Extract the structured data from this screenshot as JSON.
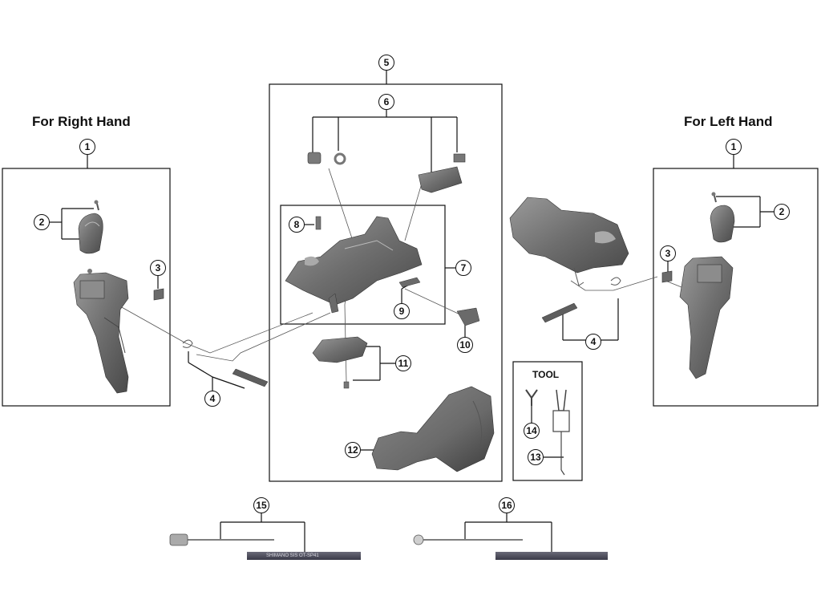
{
  "headings": {
    "right_hand": "For Right Hand",
    "left_hand": "For Left Hand",
    "tool": "TOOL"
  },
  "callouts": [
    "1",
    "2",
    "3",
    "4",
    "5",
    "6",
    "7",
    "8",
    "9",
    "10",
    "11",
    "12",
    "13",
    "14",
    "15",
    "16"
  ],
  "cable_print": "SHIMANO SIS OT-SP41"
}
